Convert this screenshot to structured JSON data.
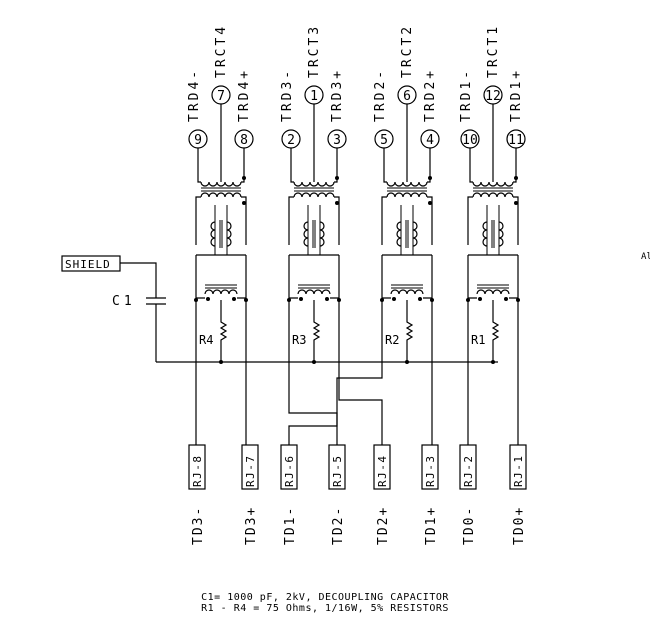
{
  "channels": [
    {
      "neg_label": "TRD4-",
      "ct_label": "TRCT4",
      "pos_label": "TRD4+",
      "neg_pin": "9",
      "ct_pin": "7",
      "pos_pin": "8",
      "resistor": "R4"
    },
    {
      "neg_label": "TRD3-",
      "ct_label": "TRCT3",
      "pos_label": "TRD3+",
      "neg_pin": "2",
      "ct_pin": "1",
      "pos_pin": "3",
      "resistor": "R3"
    },
    {
      "neg_label": "TRD2-",
      "ct_label": "TRCT2",
      "pos_label": "TRD2+",
      "neg_pin": "5",
      "ct_pin": "6",
      "pos_pin": "4",
      "resistor": "R2"
    },
    {
      "neg_label": "TRD1-",
      "ct_label": "TRCT1",
      "pos_label": "TRD1+",
      "neg_pin": "10",
      "ct_pin": "12",
      "pos_pin": "11",
      "resistor": "R1"
    }
  ],
  "rj_pins": [
    {
      "pin": "RJ-8",
      "signal": "TD3-"
    },
    {
      "pin": "RJ-7",
      "signal": "TD3+"
    },
    {
      "pin": "RJ-6",
      "signal": "TD1-"
    },
    {
      "pin": "RJ-5",
      "signal": "TD2-"
    },
    {
      "pin": "RJ-4",
      "signal": "TD2+"
    },
    {
      "pin": "RJ-3",
      "signal": "TD1+"
    },
    {
      "pin": "RJ-2",
      "signal": "TD0-"
    },
    {
      "pin": "RJ-1",
      "signal": "TD0+"
    }
  ],
  "shield_label": "SHIELD",
  "capacitor_label": "C1",
  "edge_text": "Al",
  "notes": [
    "C1= 1000 pF, 2kV, DECOUPLING CAPACITOR",
    "R1 - R4 = 75 Ohms, 1/16W, 5% RESISTORS"
  ]
}
